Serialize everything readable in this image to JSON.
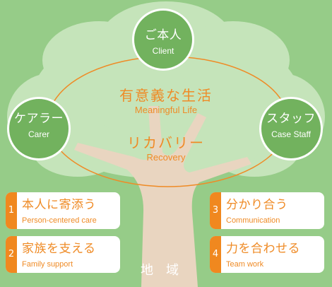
{
  "colors": {
    "background": "#96cc88",
    "canopy": "#c5e4ba",
    "trunk": "#e9d5c0",
    "node_fill": "#72b25e",
    "accent_orange": "#ef8b26",
    "number_tab": "#f0881f"
  },
  "nodes": {
    "client": {
      "jp": "ご本人",
      "en": "Client"
    },
    "carer": {
      "jp": "ケアラー",
      "en": "Carer"
    },
    "staff": {
      "jp": "スタッフ",
      "en": "Case Staff"
    }
  },
  "center": {
    "meaningful": {
      "jp": "有意義な生活",
      "en": "Meaningful Life"
    },
    "recovery": {
      "jp": "リカバリー",
      "en": "Recovery"
    }
  },
  "cards": [
    {
      "num": "1",
      "jp": "本人に寄添う",
      "en": "Person-centered care"
    },
    {
      "num": "2",
      "jp": "家族を支える",
      "en": "Family support"
    },
    {
      "num": "3",
      "jp": "分かり合う",
      "en": "Communication"
    },
    {
      "num": "4",
      "jp": "力を合わせる",
      "en": "Team work"
    }
  ],
  "community": "地域"
}
